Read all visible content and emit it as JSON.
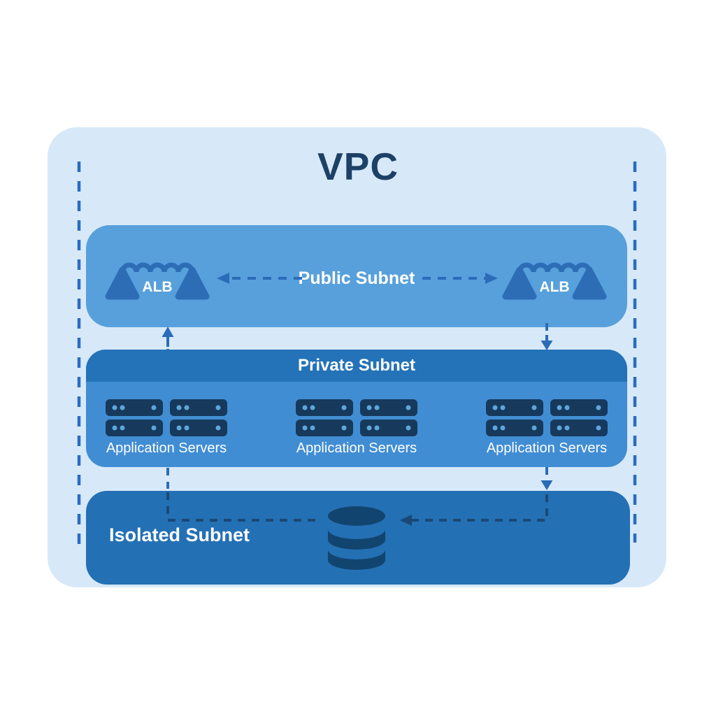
{
  "diagram": {
    "title": "VPC",
    "public_subnet": {
      "label": "Public Subnet",
      "alb_left": "ALB",
      "alb_right": "ALB"
    },
    "private_subnet": {
      "label": "Private Subnet",
      "server_groups": [
        {
          "label": "Application Servers"
        },
        {
          "label": "Application Servers"
        },
        {
          "label": "Application Servers"
        }
      ]
    },
    "isolated_subnet": {
      "label": "Isolated Subnet"
    },
    "colors": {
      "vpc_fill": "#d7e9f9",
      "public_subnet_fill": "#57a0db",
      "private_subnet_header_fill": "#2472b8",
      "private_subnet_body_fill": "#418dd3",
      "isolated_subnet_fill": "#2470b4",
      "title_text": "#1d4166",
      "label_text": "#ffffff",
      "alb_icon": "#2d6db6",
      "server_icon": "#16395c",
      "server_icon_dots": "#5ea6dc",
      "database_icon": "#11456f",
      "connector_blue": "#2b6cb8",
      "connector_dark": "#1c4875"
    }
  }
}
